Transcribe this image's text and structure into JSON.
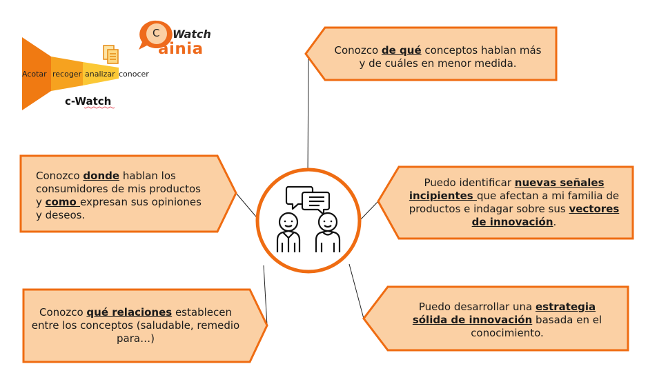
{
  "logo": {
    "bubble_letter": "C",
    "watch_text": "Watch",
    "brand_text": "ainia",
    "funnel_labels": [
      "Acotar",
      "recoger",
      "analizar",
      "conocer"
    ],
    "caption": "c-Watch"
  },
  "boxes": {
    "top_right": {
      "p1": "Conozco ",
      "b1": "de qué",
      "p2": " conceptos hablan más y de cuáles en menor medida."
    },
    "middle_left": {
      "p1": "Conozco ",
      "b1": "donde",
      "p2": " hablan los consumidores de mis productos y ",
      "b2": "como ",
      "p3": "expresan sus opiniones y deseos."
    },
    "middle_right": {
      "p1": "Puedo identificar ",
      "b1": "nuevas señales incipientes ",
      "p2": "que afectan a mi familia de productos e indagar sobre sus ",
      "b2": "vectores de innovación",
      "p3": "."
    },
    "bottom_left": {
      "p1": "Conozco ",
      "b1": "qué relaciones",
      "p2": " establecen entre los conceptos (saludable, remedio para…)"
    },
    "bottom_right": {
      "p1": "Puedo desarrollar una ",
      "b1": "estrategia sólida de innovación",
      "p2": " basada en el conocimiento."
    }
  },
  "colors": {
    "box_fill": "#fbd0a4",
    "box_stroke": "#ef6c12",
    "funnel_dark": "#f07a12",
    "funnel_mid": "#f6a21f",
    "funnel_light": "#fbc836"
  }
}
